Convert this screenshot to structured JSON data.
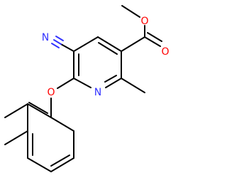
{
  "structure": {
    "atom_labels": {
      "nitrile_nitrogen": "N",
      "ring_nitrogen": "N",
      "ether_oxygen": "O",
      "ester_single_oxygen": "O",
      "ester_carbonyl_oxygen": "O"
    },
    "colors": {
      "carbon_bond": "#000000",
      "nitrogen": "#3333ff",
      "oxygen": "#ff0000",
      "background": "#ffffff"
    }
  }
}
